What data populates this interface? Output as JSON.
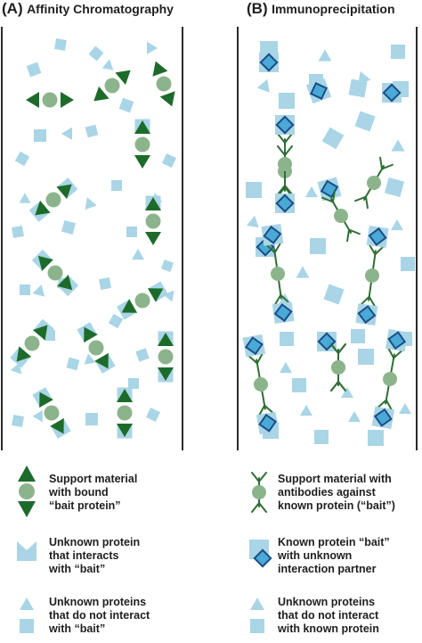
{
  "panel_a": {
    "label": "(A)",
    "title": "Affinity Chromatography",
    "legend": [
      {
        "lines": [
          "Support material",
          "with bound",
          "“bait protein”"
        ]
      },
      {
        "lines": [
          "Unknown protein",
          "that interacts",
          "with “bait”"
        ]
      },
      {
        "lines": [
          "Unknown proteins",
          "that do not interact",
          "with “bait”"
        ]
      }
    ]
  },
  "panel_b": {
    "label": "(B)",
    "title": "Immunoprecipitation",
    "legend": [
      {
        "lines": [
          "Support material with",
          "antibodies against",
          "known protein (“bait”)"
        ]
      },
      {
        "lines": [
          "Known protein “bait”",
          "with unknown",
          "interaction partner"
        ]
      },
      {
        "lines": [
          "Unknown proteins",
          "that do not interact",
          "with known protein"
        ]
      }
    ]
  },
  "colors": {
    "dark_green": "#1d6b2a",
    "bead_green": "#8cb48c",
    "light_blue": "#a9d5e6",
    "diamond_blue": "#4aa9d6",
    "diamond_border": "#1a4f86",
    "column_line": "#2a2a2a",
    "antibody_green": "#2f6e35"
  }
}
